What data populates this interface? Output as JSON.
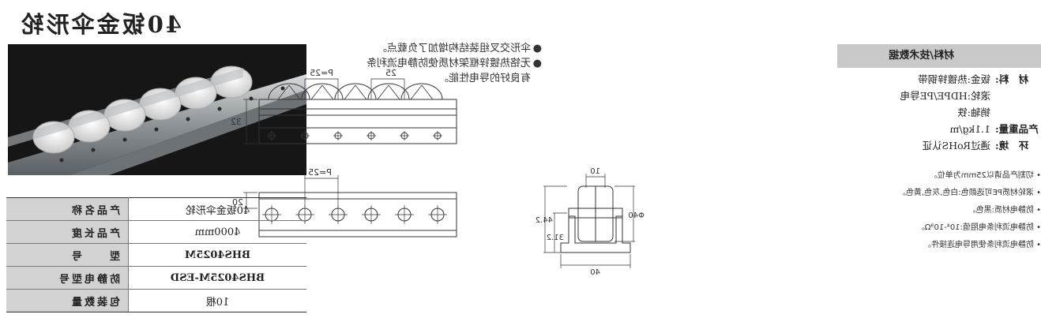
{
  "title": "40钣金伞形轮",
  "features": [
    "伞形交叉组装结构增加了负载点。",
    "无铬热镀锌框架材质使防静电流利条",
    "有良好的导电性能。"
  ],
  "spec": {
    "header": "材料/技术数据",
    "rows": [
      {
        "key": "材　料:",
        "lines": [
          "钣金:热镀锌钢带",
          "滚轮:HDPE/PE导电",
          "销轴:铁"
        ]
      },
      {
        "key": "产品重量:",
        "lines": [
          "1.1kg/m"
        ]
      },
      {
        "key": "环　境:",
        "lines": [
          "通过RoHS认证"
        ]
      }
    ],
    "notes": [
      "• 切割产品请以25mm为单位。",
      "• 滚轮材质PE可选颜色:白色,灰色,黄色。",
      "• 防静电材质:黑色。",
      "• 防静电流利条电阻值:10⁴-10⁹Ω。",
      "• 防静电流利条使用导电连接件。"
    ]
  },
  "dims": {
    "p1": "P=25",
    "w1": "25",
    "h1": "32",
    "p2": "P=25",
    "h2": "20",
    "d1": "10",
    "d2": "40",
    "d3": "Φ40",
    "d4": "44.2",
    "d5": "31.2"
  },
  "info": [
    {
      "key": "产品名称",
      "value": "40钣金伞形轮",
      "bold": false
    },
    {
      "key": "产品长度",
      "value": "4000mm",
      "bold": false
    },
    {
      "key": "型　　号",
      "value": "BHS4025M",
      "bold": true
    },
    {
      "key": "防静电型号",
      "value": "BHS4025M-ESD",
      "bold": true
    },
    {
      "key": "包装数量",
      "value": "10根",
      "bold": false
    }
  ]
}
